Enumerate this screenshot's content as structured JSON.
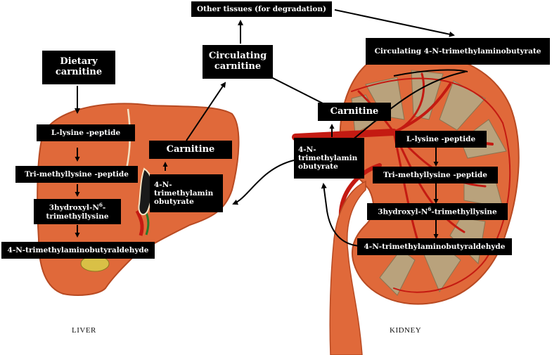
{
  "labels": {
    "other_tissues": "Other tissues (for degradation)",
    "circulating_tmaba": "Circulating  4-N-trimethylaminobutyrate",
    "circulating_carnitine": "Circulating carnitine",
    "dietary_carnitine": "Dietary carnitine",
    "liver": {
      "lysine": "L-lysine -peptide",
      "trimethyllysine": "Tri-methyllysine -peptide",
      "hydroxy_pre": "3hydroxyl-N",
      "hydroxy_sup": "6",
      "hydroxy_post": "-",
      "hydroxy_line2": "trimethyllysine",
      "aldehyde": "4-N-trimethylaminobutyraldehyde",
      "carnitine": "Carnitine",
      "tmaba": "4-N-trimethylamin obutyrate"
    },
    "kidney": {
      "carnitine": "Carnitine",
      "tmaba": "4-N-trimethylamin obutyrate",
      "lysine": "L-lysine -peptide",
      "trimethyllysine": "Tri-methyllysine -peptide",
      "hydroxy_pre": "3hydroxyl-N",
      "hydroxy_sup": "6",
      "hydroxy_post": "-trimethyllysine",
      "aldehyde": "4-N-trimethylaminobutyraldehyde"
    }
  },
  "captions": {
    "liver": "LIVER",
    "kidney": "KIDNEY"
  },
  "colors": {
    "organ_fill": "#e0693a",
    "organ_dark": "#b84a22",
    "vessel": "#c41a12",
    "medulla": "#b9a27c",
    "label_bg": "#000000",
    "label_text": "#ffffff"
  }
}
